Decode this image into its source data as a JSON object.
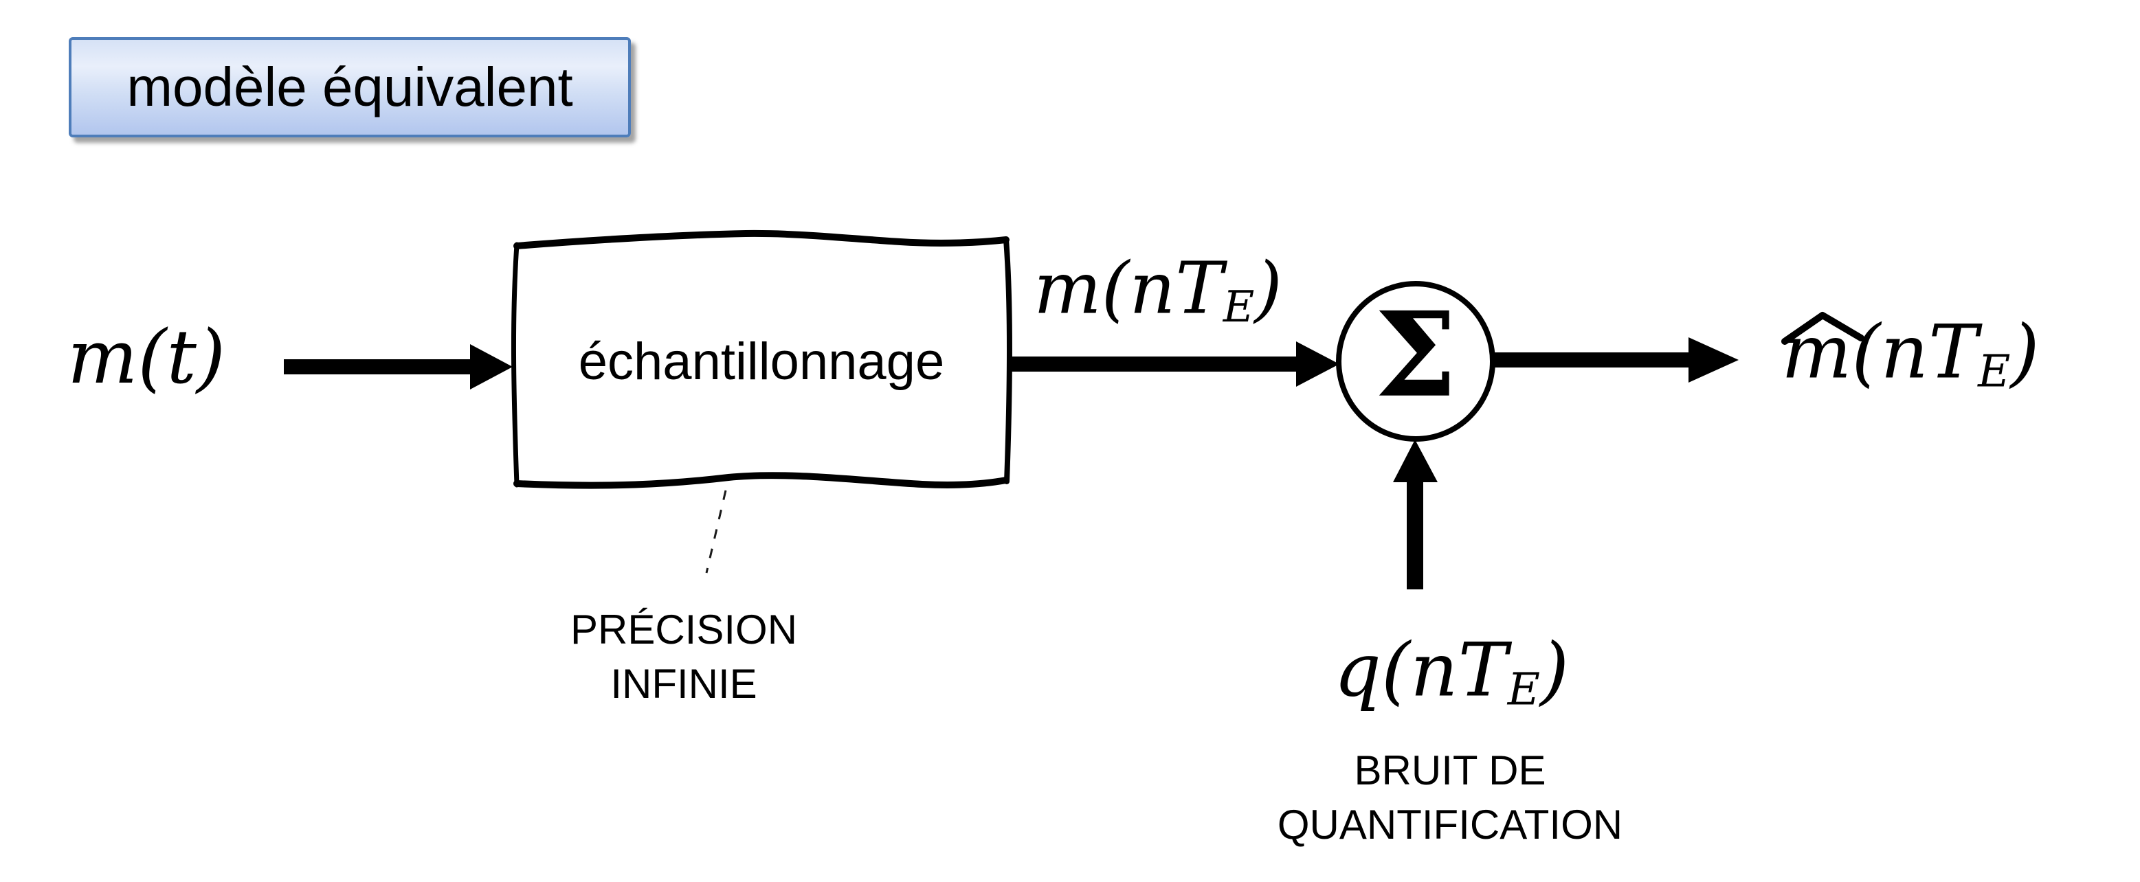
{
  "colors": {
    "ink": "#000000",
    "legend_border": "#4e7dba",
    "legend_fill_top": "#d6e2f6",
    "legend_fill_middle": "#e9effb",
    "legend_fill_bottom": "#b2c6ee",
    "background": "#ffffff"
  },
  "legend_box": {
    "label": "modèle équivalent"
  },
  "flow": {
    "input_signal": "m(t)",
    "block_label": "échantillonnage",
    "block_note_line1": "PRÉCISION",
    "block_note_line2": "INFINIE",
    "sampled_signal": {
      "lead": "m(nT",
      "sub": "E",
      "close": ")"
    },
    "adder_symbol": "Σ",
    "output_signal": {
      "hat": "ˆ",
      "lead": "m(nT",
      "sub": "E",
      "close": ")"
    },
    "noise_signal": {
      "lead": "q(nT",
      "sub": "E",
      "close": ")"
    },
    "noise_note_line1": "BRUIT DE",
    "noise_note_line2": "QUANTIFICATION"
  }
}
